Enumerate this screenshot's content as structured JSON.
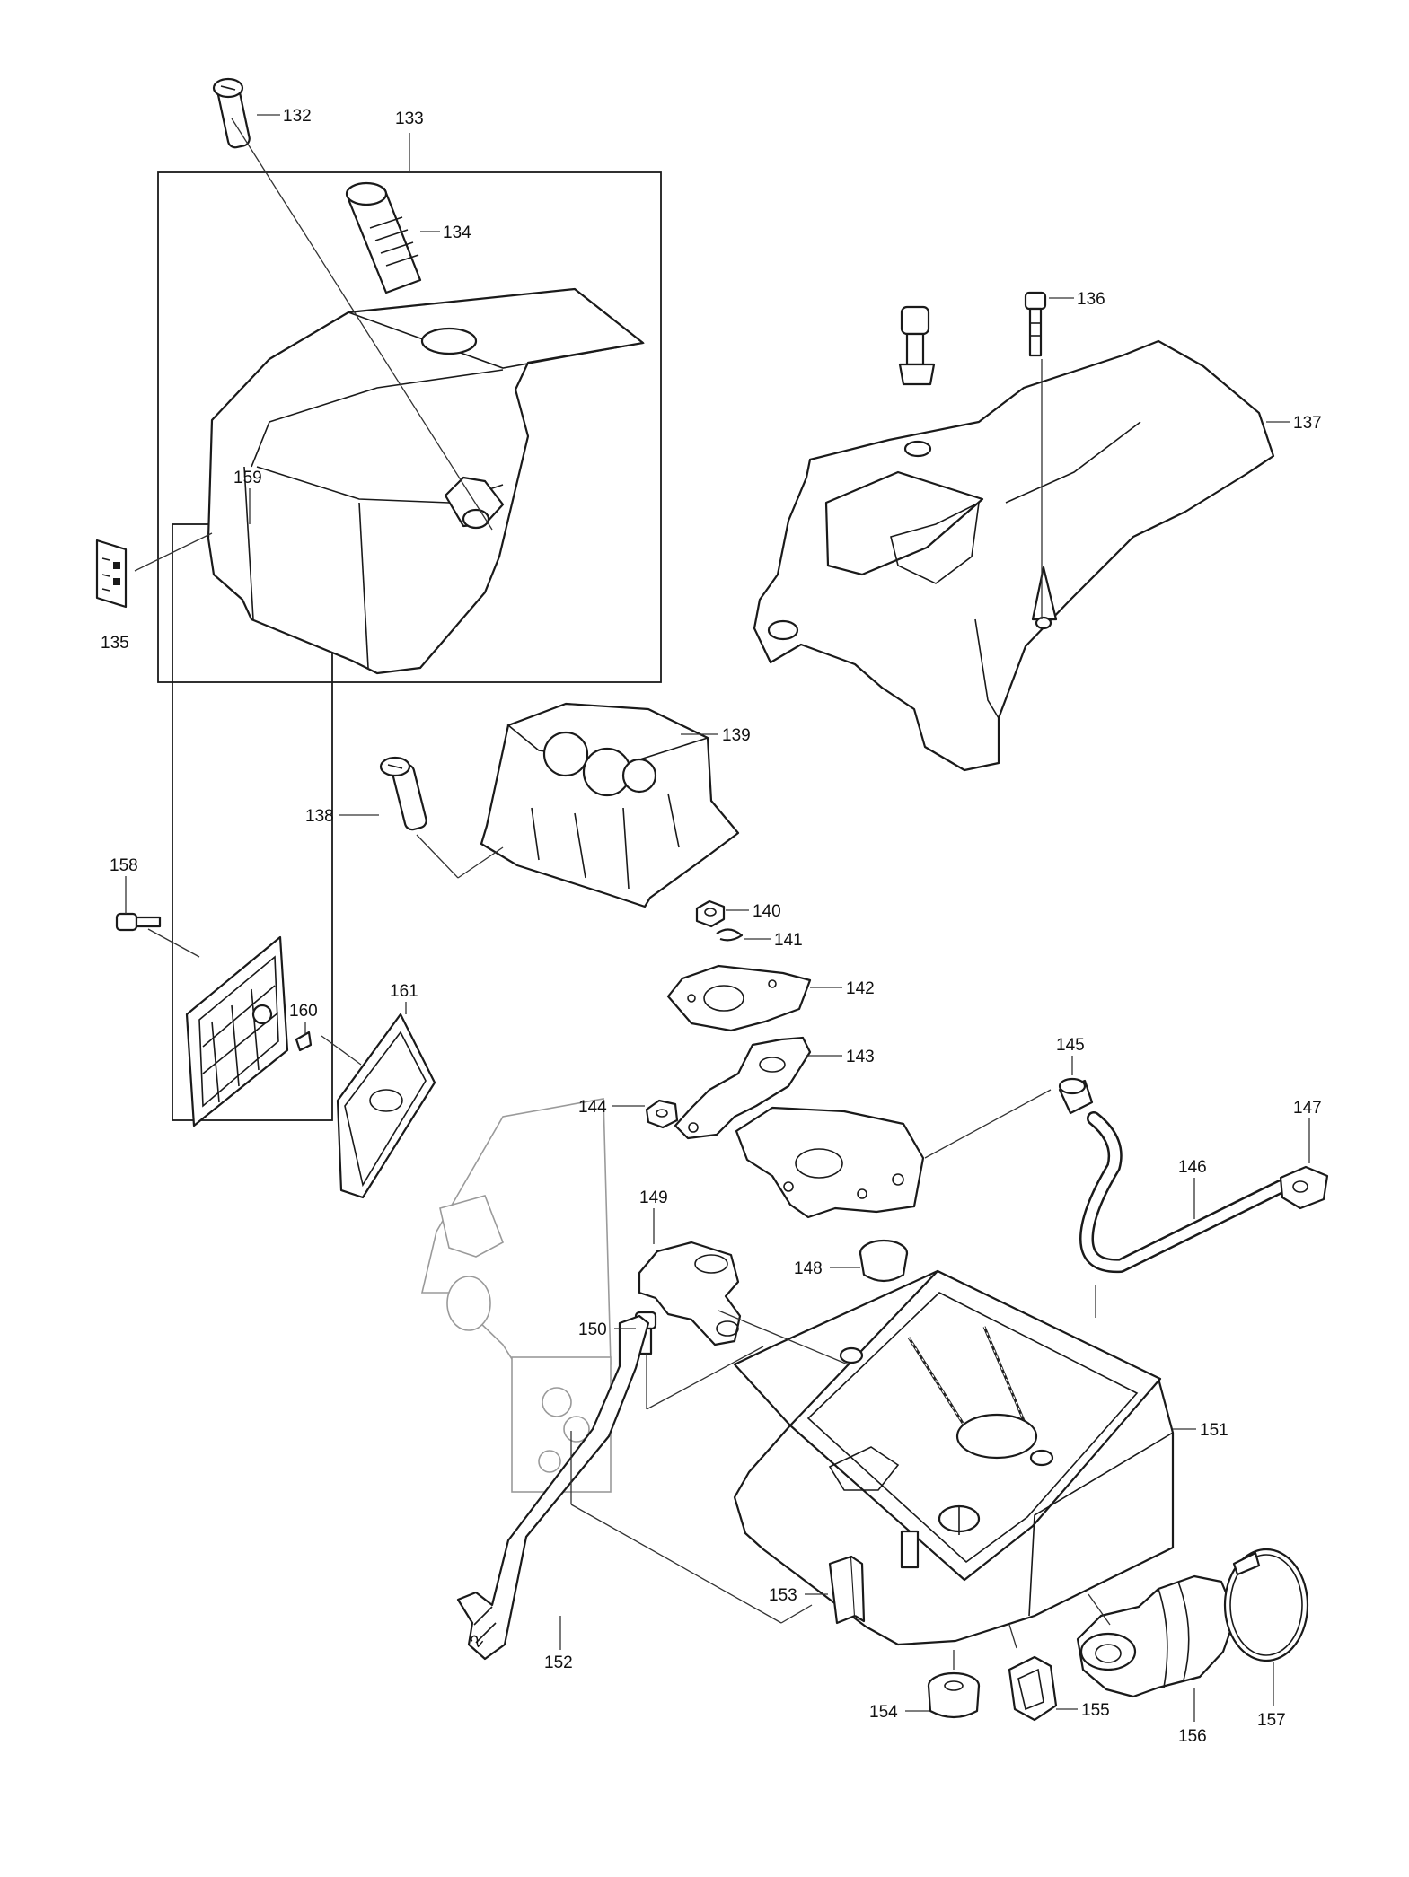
{
  "callouts": {
    "c132": "132",
    "c133": "133",
    "c134": "134",
    "c135": "135",
    "c136": "136",
    "c137": "137",
    "c138": "138",
    "c139": "139",
    "c140": "140",
    "c141": "141",
    "c142": "142",
    "c143": "143",
    "c144": "144",
    "c145": "145",
    "c146": "146",
    "c147": "147",
    "c148": "148",
    "c149": "149",
    "c150": "150",
    "c151": "151",
    "c152": "152",
    "c153": "153",
    "c154": "154",
    "c155": "155",
    "c156": "156",
    "c157": "157",
    "c158": "158",
    "c159": "159",
    "c160": "160",
    "c161": "161"
  }
}
